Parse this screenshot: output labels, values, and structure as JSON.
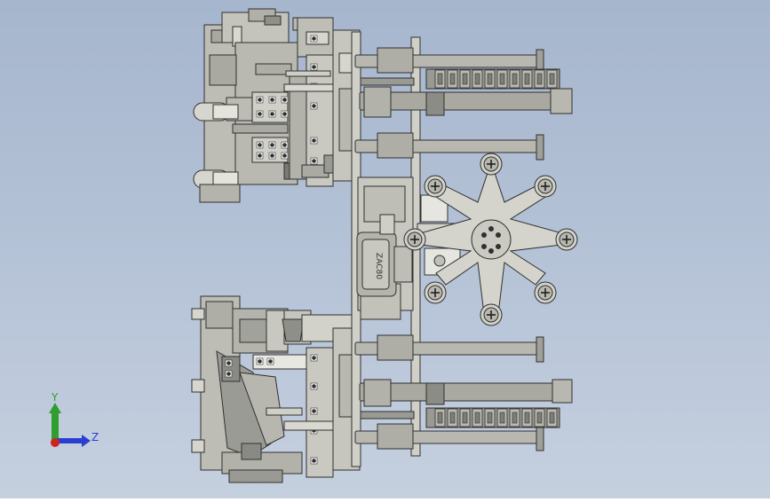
{
  "viewport": {
    "background_top": "#a6b6cd",
    "background_bottom": "#c5d0df",
    "part_color": "#c4c4bc",
    "edge_color": "#303030"
  },
  "model_label": "ZAC80",
  "triad": {
    "y_label": "Y",
    "z_label": "Z",
    "y_color": "#2e9e2e",
    "z_color": "#2a3fd0",
    "x_color": "#d02020"
  }
}
